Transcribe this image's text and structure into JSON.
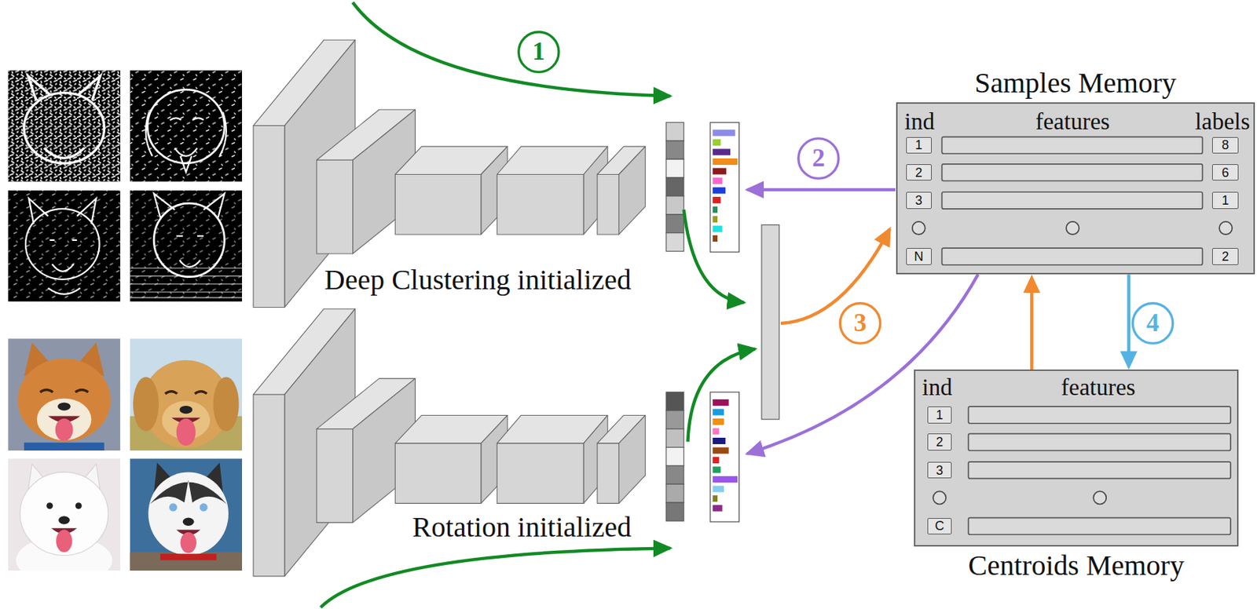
{
  "diagram": {
    "nodes": [
      {
        "text": [
          "Samples Memory",
          "ind",
          "features",
          "labels"
        ]
      },
      {
        "text": [
          "1"
        ],
        "in": 0
      },
      {
        "text": [
          "8"
        ],
        "in": 0
      },
      {
        "text": [
          "2"
        ],
        "in": 0
      },
      {
        "text": [
          "6"
        ],
        "in": 0
      },
      {
        "text": [
          "3"
        ],
        "in": 0
      },
      {
        "text": [
          "1"
        ],
        "in": 0
      },
      {
        "text": [
          "N"
        ],
        "in": 0
      },
      {
        "text": [
          "2"
        ],
        "in": 0
      },
      {
        "text": [
          "ind",
          "features",
          "Centroids Memory"
        ]
      },
      {
        "text": [
          "1"
        ],
        "in": 9
      },
      {
        "text": [
          "2"
        ],
        "in": 9
      },
      {
        "text": [
          "3"
        ],
        "in": 9
      },
      {
        "text": [
          "C"
        ],
        "in": 9
      }
    ],
    "edges": [
      {
        "from": 9,
        "to": 0,
        "arrow": "to"
      },
      {
        "from": 0,
        "to": 9,
        "arrow": "to"
      }
    ],
    "labels": [
      "1",
      "2",
      "Deep Clustering initialized",
      "3",
      "4",
      "Rotation initialized"
    ]
  }
}
